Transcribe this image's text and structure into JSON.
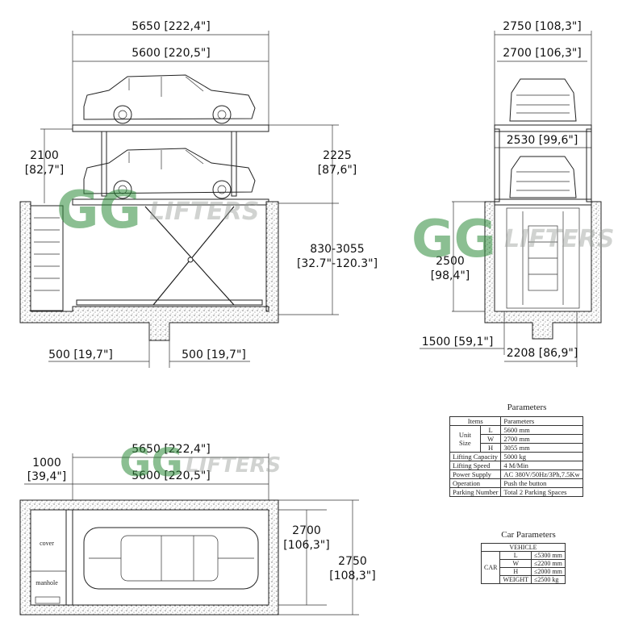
{
  "watermark": {
    "brand": "LIFTERS",
    "logo_mark": "GG",
    "color": "#2e8b3a"
  },
  "side_view": {
    "dim_top_outer": "5650 [222,4\"]",
    "dim_top_inner": "5600 [220,5\"]",
    "dim_left_h1": "2100",
    "dim_left_h2": "[82,7\"]",
    "dim_right_h1": "2225",
    "dim_right_h2": "[87,6\"]",
    "dim_travel_1": "830-3055",
    "dim_travel_2": "[32.7\"-120.3\"]",
    "dim_bottom_left": "500 [19,7\"]",
    "dim_bottom_right": "500 [19,7\"]"
  },
  "front_view": {
    "dim_top_outer": "2750 [108,3\"]",
    "dim_top_inner": "2700 [106,3\"]",
    "dim_mid": "2530 [99,6\"]",
    "dim_pit_1": "2500",
    "dim_pit_2": "[98,4\"]",
    "dim_bottom_1": "1500 [59,1\"]",
    "dim_bottom_2": "2208 [86,9\"]"
  },
  "plan_view": {
    "dim_top_outer": "5650 [222,4\"]",
    "dim_top_inner": "5600 [220,5\"]",
    "dim_left_1": "1000",
    "dim_left_2": "[39,4\"]",
    "dim_right_inner_1": "2700",
    "dim_right_inner_2": "[106,3\"]",
    "dim_right_outer_1": "2750",
    "dim_right_outer_2": "[108,3\"]",
    "label_cover": "cover",
    "label_manhole": "manhole"
  },
  "parameters": {
    "title": "Parameters",
    "header": [
      "Items",
      "Parameters"
    ],
    "unit_size_label_1": "Unit",
    "unit_size_label_2": "Size",
    "size_rows": [
      {
        "key": "L",
        "value": "5600 mm"
      },
      {
        "key": "W",
        "value": "2700 mm"
      },
      {
        "key": "H",
        "value": "3055 mm"
      }
    ],
    "rows": [
      {
        "item": "Lifting Capacity",
        "value": "5000 kg"
      },
      {
        "item": "Lifting Speed",
        "value": "4 M/Min"
      },
      {
        "item": "Power Supply",
        "value": "AC 380V/50Hz/3Ph,7.5Kw"
      },
      {
        "item": "Operation",
        "value": "Push the button"
      },
      {
        "item": "Parking Number",
        "value": "Total 2 Parking Spaces"
      }
    ]
  },
  "car_parameters": {
    "title": "Car Parameters",
    "header": "VEHICLE",
    "group": "CAR",
    "rows": [
      {
        "key": "L",
        "value": "≤5300 mm"
      },
      {
        "key": "W",
        "value": "≤2200 mm"
      },
      {
        "key": "H",
        "value": "≤2000 mm"
      },
      {
        "key": "WEIGHT",
        "value": "≤2500 kg"
      }
    ]
  }
}
